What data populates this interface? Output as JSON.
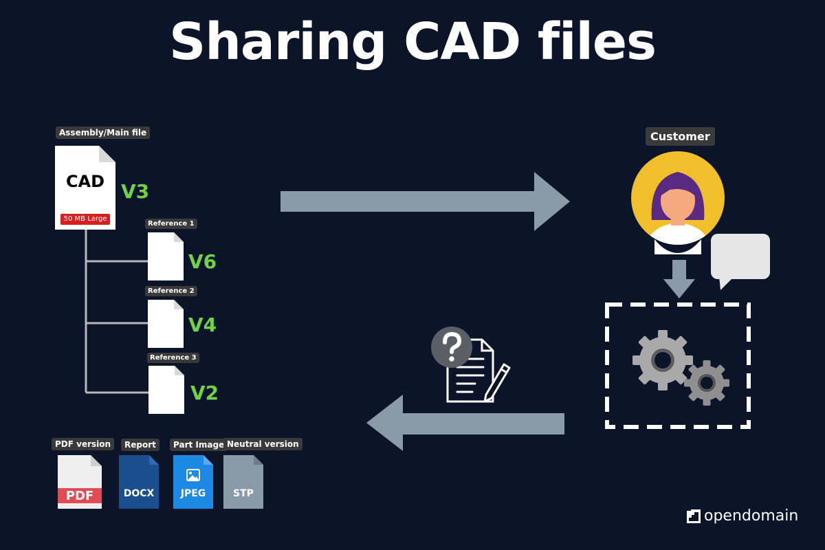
{
  "title": "Sharing CAD files",
  "main_file": {
    "tag": "Assembly/Main file",
    "label": "CAD",
    "size_badge": "50 MB Large",
    "version": "V3"
  },
  "references": [
    {
      "tag": "Reference 1",
      "version": "V6"
    },
    {
      "tag": "Reference 2",
      "version": "V4"
    },
    {
      "tag": "Reference 3",
      "version": "V2"
    }
  ],
  "formats": [
    {
      "tag": "PDF version",
      "label": "PDF",
      "color": "#e24b55"
    },
    {
      "tag": "Report",
      "label": "DOCX",
      "color": "#1b4e8c"
    },
    {
      "tag": "Part Image",
      "label": "JPEG",
      "color": "#1e88e5"
    },
    {
      "tag": "Neutral version",
      "label": "STP",
      "color": "#8a9aa8"
    }
  ],
  "customer": {
    "tag": "Customer"
  },
  "icons": {
    "avatar": "customer-avatar-icon",
    "speech": "speech-bubble-icon",
    "gears": "gears-icon",
    "question_doc": "question-document-icon"
  },
  "colors": {
    "background": "#0c1429",
    "arrow": "#8a9aa8",
    "version": "#6fd24a",
    "badge": "#d81f1f",
    "avatar_bg": "#f0bf2b"
  },
  "logo": {
    "text": "opendomain"
  }
}
